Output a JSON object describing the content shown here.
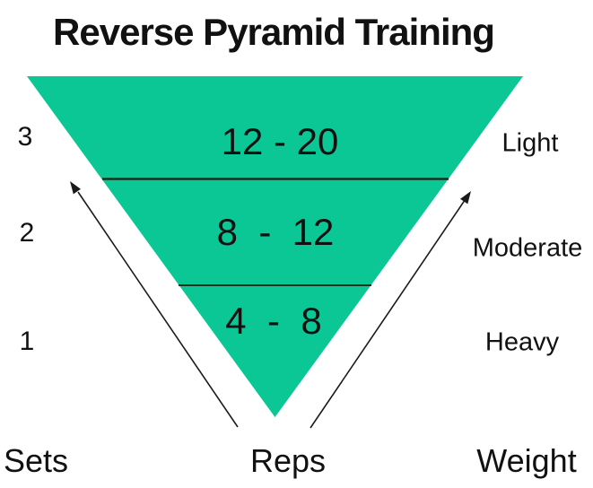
{
  "title": "Reverse Pyramid Training",
  "colors": {
    "pyramid_fill": "#0bc795",
    "divider_line": "#14301f",
    "arrow": "#1b1b1b",
    "text": "#111111"
  },
  "tiers": [
    {
      "set": "3",
      "reps": "12 - 20",
      "weight": "Light"
    },
    {
      "set": "2",
      "reps": "8  -  12",
      "weight": "Moderate"
    },
    {
      "set": "1",
      "reps": "4  -  8",
      "weight": "Heavy"
    }
  ],
  "axis_labels": {
    "sets": "Sets",
    "reps": "Reps",
    "weight": "Weight"
  }
}
